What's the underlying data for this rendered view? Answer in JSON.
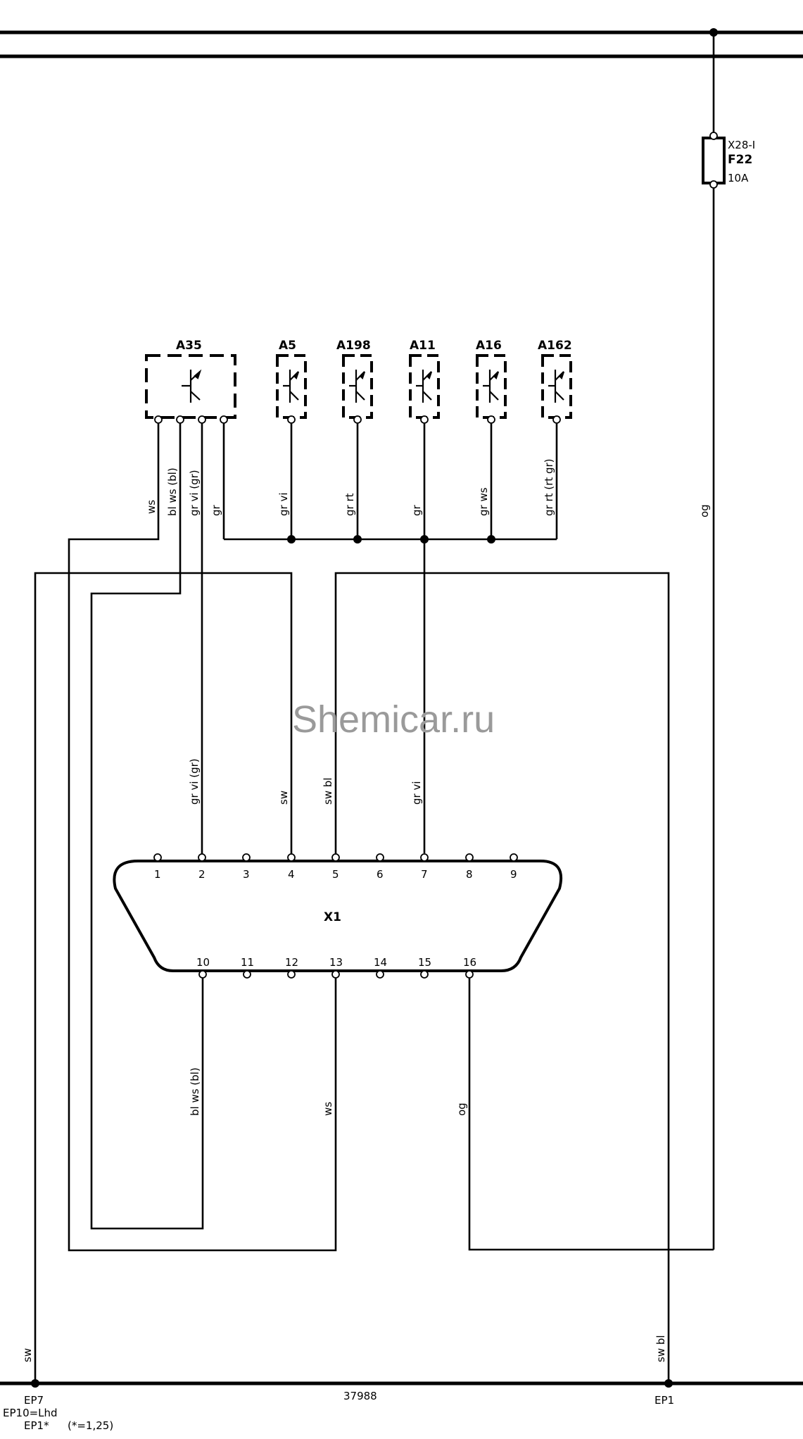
{
  "watermark": "Shemicar.ru",
  "fuse": {
    "connector": "X28-I",
    "name": "F22",
    "rating": "10A"
  },
  "modules": [
    {
      "id": "A35"
    },
    {
      "id": "A5"
    },
    {
      "id": "A198"
    },
    {
      "id": "A11"
    },
    {
      "id": "A16"
    },
    {
      "id": "A162"
    }
  ],
  "connector": {
    "name": "X1",
    "top_pins": [
      "1",
      "2",
      "3",
      "4",
      "5",
      "6",
      "7",
      "8",
      "9"
    ],
    "bottom_pins": [
      "10",
      "11",
      "12",
      "13",
      "14",
      "15",
      "16"
    ]
  },
  "wire_labels": {
    "a35_ws": "ws",
    "a35_blws": "bl ws (bl)",
    "a35_grvi": "gr vi (gr)",
    "a35_gr": "gr",
    "a5_grvi": "gr vi",
    "a198_grrt": "gr rt",
    "a11_gr": "gr",
    "a16_grws": "gr ws",
    "a162_grrt": "gr rt (rt gr)",
    "right_og": "og",
    "pin2_grvi": "gr vi (gr)",
    "pin4_sw": "sw",
    "pin5_swbl": "sw bl",
    "pin7_grvi": "gr vi",
    "pin10_blws": "bl ws (bl)",
    "pin13_ws": "ws",
    "pin16_og": "og",
    "left_sw": "sw",
    "ep1_swbl": "sw bl"
  },
  "ground": {
    "left_label": "EP7",
    "left_note1": "EP10=Lhd",
    "left_note2": "EP1*",
    "left_note3": "(*=1,25)",
    "center_code": "37988",
    "right_label": "EP1"
  }
}
